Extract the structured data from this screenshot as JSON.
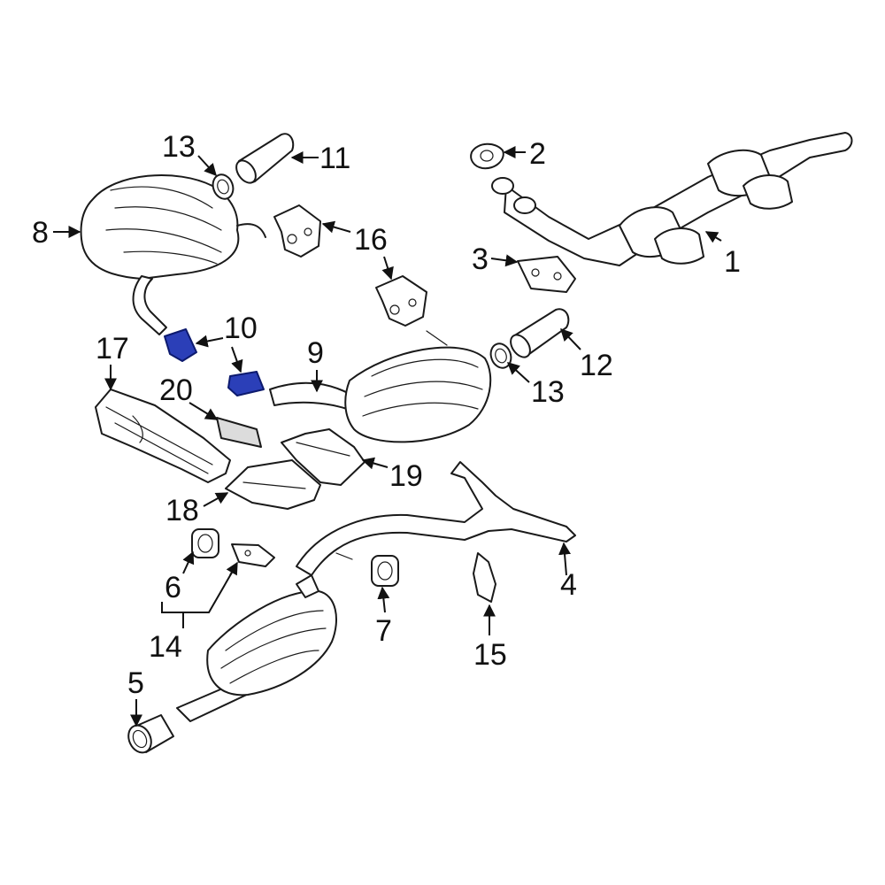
{
  "diagram": {
    "highlight_color": "#2b3fb8",
    "callouts": [
      "1",
      "2",
      "3",
      "4",
      "5",
      "6",
      "7",
      "8",
      "9",
      "10",
      "10b",
      "11",
      "12",
      "13",
      "13b",
      "14",
      "15",
      "16",
      "17",
      "18",
      "19",
      "20"
    ],
    "labels": {
      "1": "1",
      "2": "2",
      "3": "3",
      "4": "4",
      "5": "5",
      "6": "6",
      "7": "7",
      "8": "8",
      "9": "9",
      "10": "10",
      "11": "11",
      "12": "12",
      "13": "13",
      "13b": "13",
      "14": "14",
      "15": "15",
      "16": "16",
      "17": "17",
      "18": "18",
      "19": "19",
      "20": "20"
    },
    "highlighted_parts": [
      "10"
    ]
  }
}
